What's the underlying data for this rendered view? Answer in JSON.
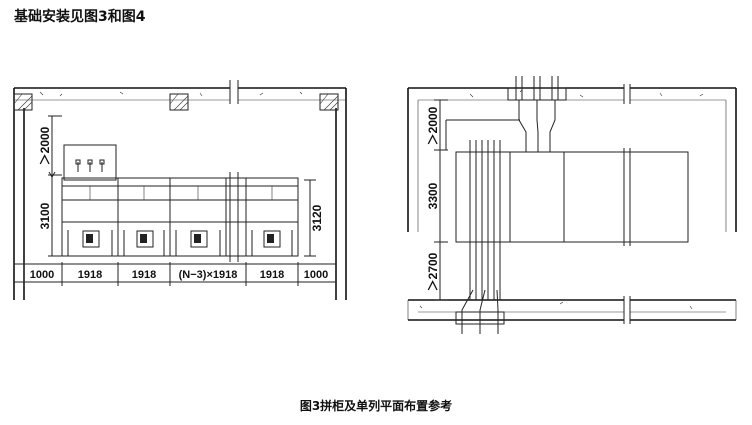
{
  "page_title": "基础安装见图3和图4",
  "caption": "图3拼柜及单列平面布置参考",
  "front_view": {
    "width_labels": [
      "1000",
      "1918",
      "1918",
      "(N−3)×1918",
      "1918",
      "1000"
    ],
    "height_left_top": "＞2000",
    "height_left_bottom": "3100",
    "height_right": "3120"
  },
  "plan_view": {
    "depth_top": "＞2000",
    "depth_middle": "3300",
    "depth_bottom": "＞2700"
  }
}
